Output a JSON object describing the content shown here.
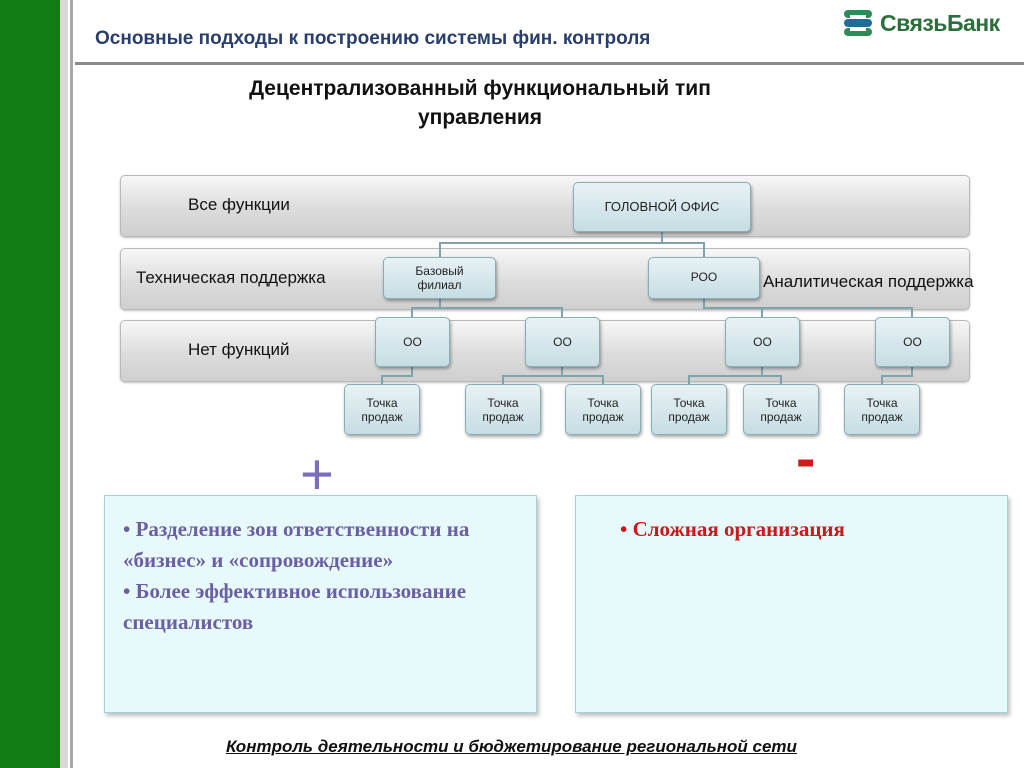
{
  "slide": {
    "header": "Основные подходы к построению системы фин. контроля",
    "logo_text": "СвязьБанк",
    "title_line1": "Децентрализованный функциональный тип",
    "title_line2": "управления",
    "footer": "Контроль деятельности и бюджетирование региональной сети"
  },
  "diagram": {
    "band_labels": {
      "all_functions": "Все функции",
      "tech_support": "Техническая поддержка",
      "no_functions": "Нет функций",
      "analytic_support": "Аналитическая поддержка"
    },
    "nodes": {
      "head_office": "ГОЛОВНОЙ ОФИС",
      "base_branch_line1": "Базовый",
      "base_branch_line2": "филиал",
      "roo": "РОО",
      "oo": "ОО",
      "sales_point_line1": "Точка",
      "sales_point_line2": "продаж"
    }
  },
  "pros": {
    "sign": "+",
    "items": [
      "• Разделение зон ответственности на «бизнес» и «сопровождение»",
      "• Более эффективное использование специалистов"
    ]
  },
  "cons": {
    "sign": "-",
    "items": [
      "• Сложная организация"
    ]
  },
  "colors": {
    "side_bar": "#0f7d12",
    "header_text": "#283e6e",
    "pros_text": "#6a5fa3",
    "cons_text": "#c81a1a",
    "panel_bg": "#e8f9fb"
  }
}
